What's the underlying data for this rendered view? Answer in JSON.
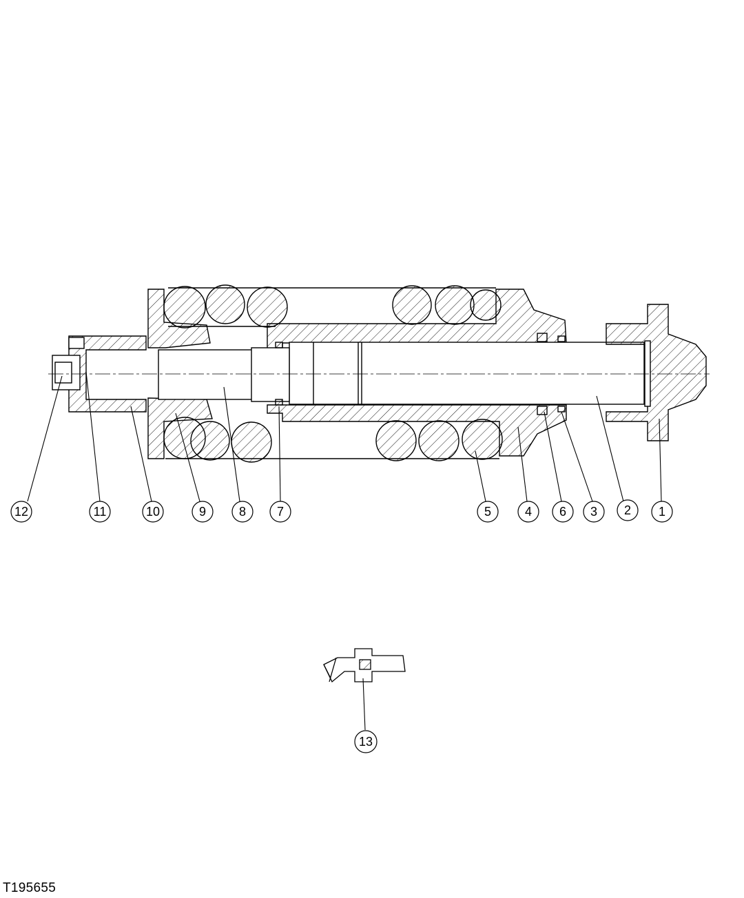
{
  "figure_id": "T195655",
  "callouts": [
    {
      "label": "1"
    },
    {
      "label": "2"
    },
    {
      "label": "3"
    },
    {
      "label": "4"
    },
    {
      "label": "5"
    },
    {
      "label": "6"
    },
    {
      "label": "7"
    },
    {
      "label": "8"
    },
    {
      "label": "9"
    },
    {
      "label": "10"
    },
    {
      "label": "11"
    },
    {
      "label": "12"
    },
    {
      "label": "13"
    }
  ]
}
